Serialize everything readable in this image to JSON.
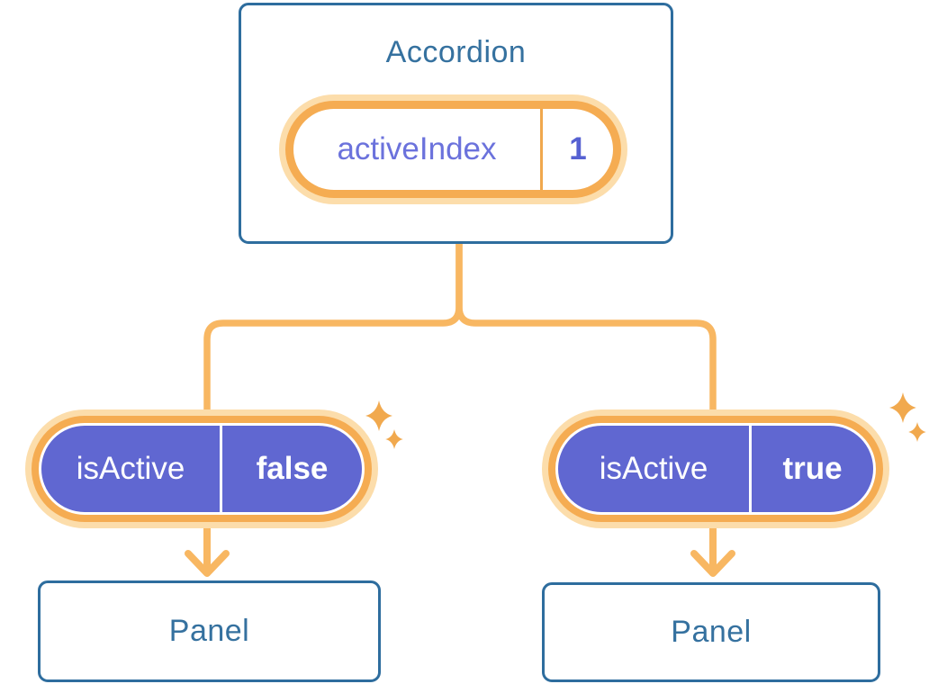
{
  "diagram": {
    "root": {
      "title": "Accordion",
      "state": {
        "label": "activeIndex",
        "value": "1"
      }
    },
    "children": [
      {
        "prop": {
          "label": "isActive",
          "value": "false"
        },
        "panel": "Panel"
      },
      {
        "prop": {
          "label": "isActive",
          "value": "true"
        },
        "panel": "Panel"
      }
    ]
  },
  "icons": {
    "sparkle": "sparkle-icon"
  },
  "colors": {
    "background": "#ffffff",
    "node-border": "#2e6d9e",
    "node-text": "#35719f",
    "pill-purple": "#6067d1",
    "state-label": "#6b72dc",
    "state-value": "#5661d2",
    "orange-line": "#f8b762",
    "orange-ring": "#f5ac52",
    "orange-glow": "#fcddab",
    "sparkle": "#f1a94e",
    "divider-orange": "#f0a84d"
  }
}
